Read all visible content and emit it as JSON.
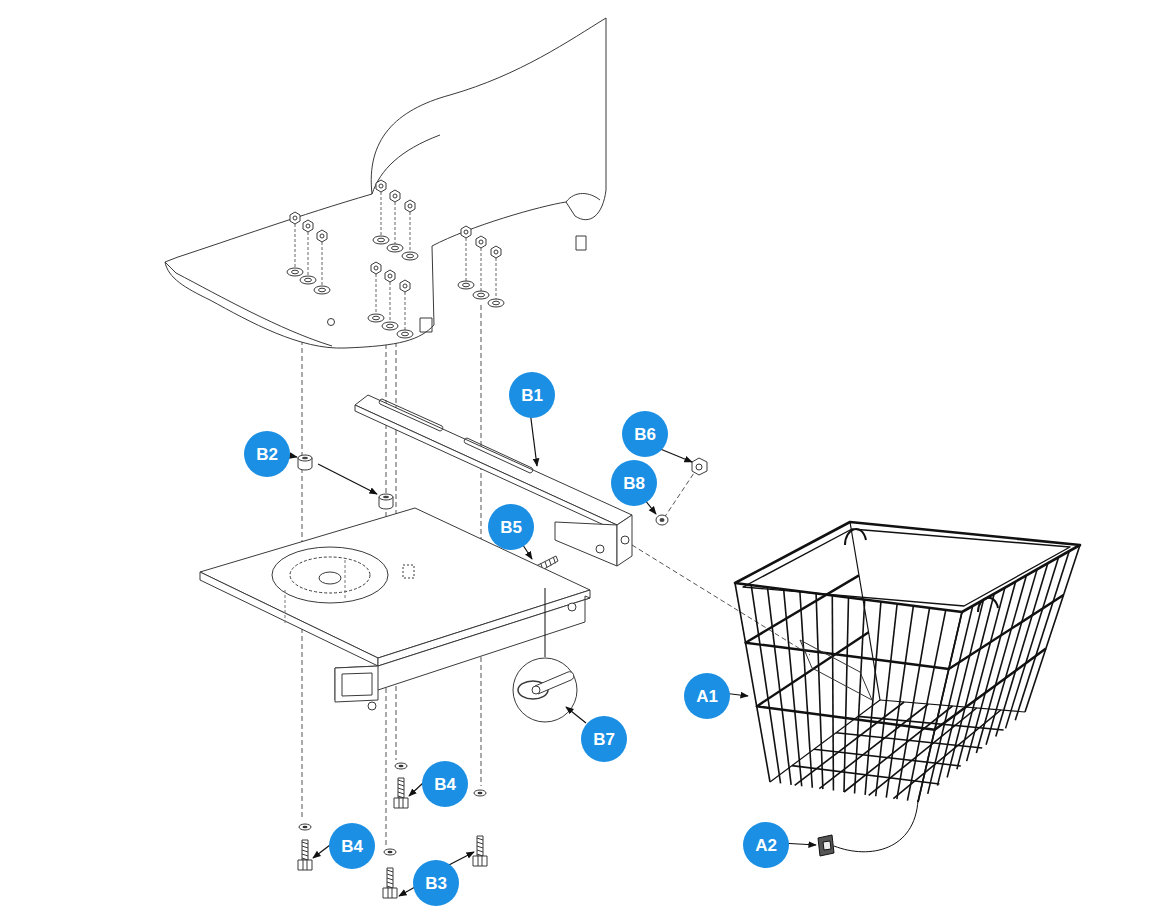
{
  "diagram": {
    "labels": [
      "B1",
      "B6",
      "B2",
      "B8",
      "B5",
      "A1",
      "B7",
      "B4",
      "A2",
      "B4",
      "B3"
    ]
  }
}
